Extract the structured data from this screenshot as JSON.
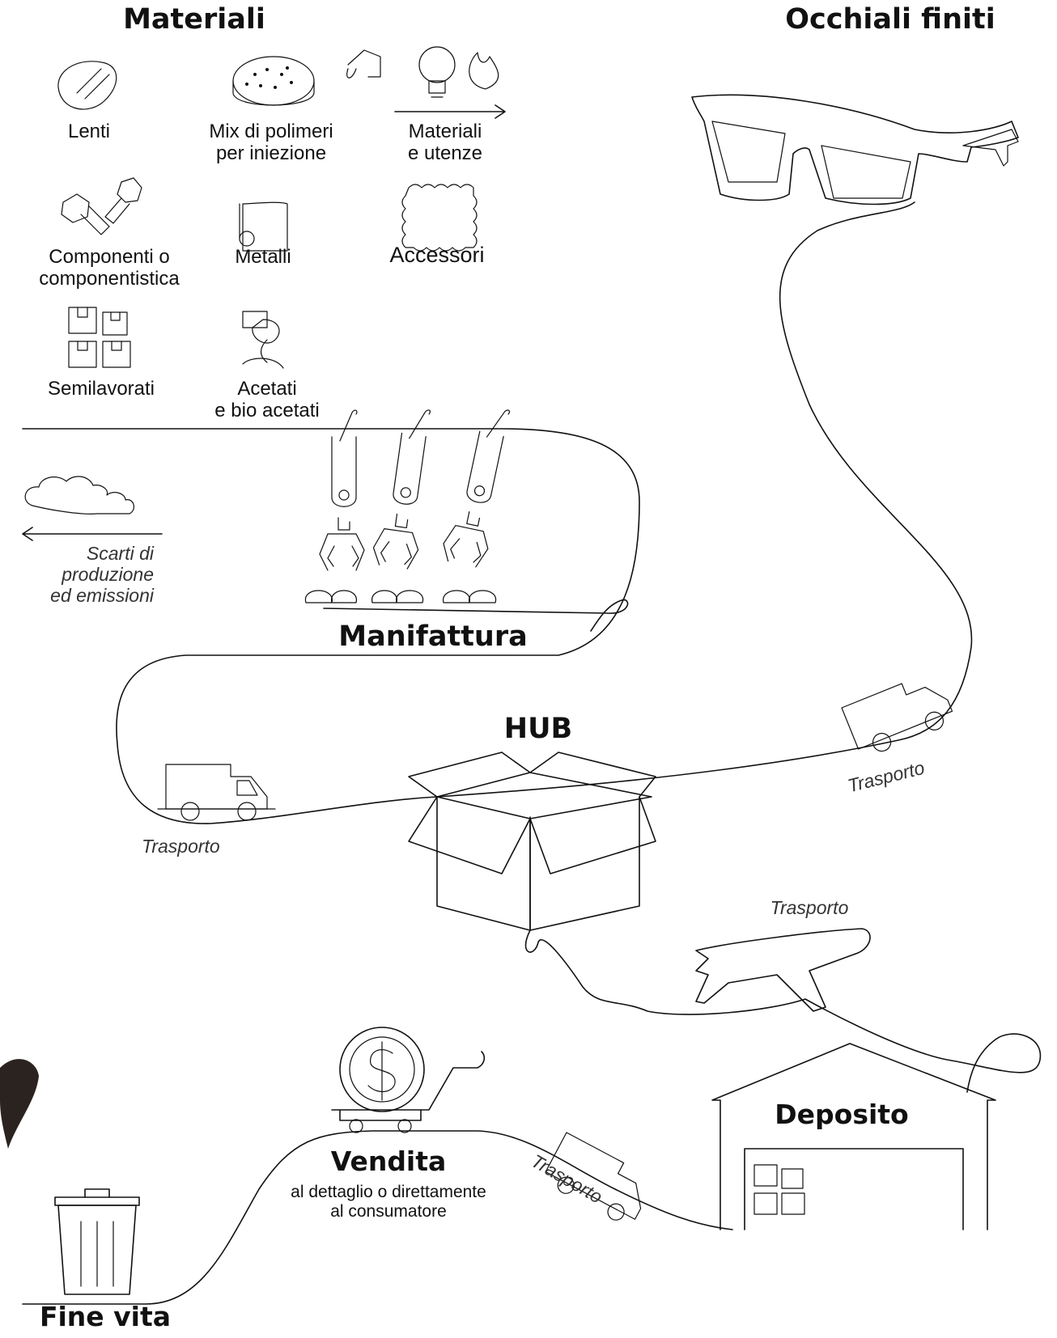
{
  "titles": {
    "materials": "Materiali",
    "finished": "Occhiali finiti",
    "manufacturing": "Manifattura",
    "hub": "HUB",
    "warehouse": "Deposito",
    "sale": "Vendita",
    "end_of_life": "Fine vita"
  },
  "materials": [
    {
      "icon": "lens-icon",
      "label": "Lenti"
    },
    {
      "icon": "polymer-mix-icon",
      "label": "Mix di polimeri\nper iniezione"
    },
    {
      "icon": "utilities-icon",
      "label": "Materiali\ne utenze"
    },
    {
      "icon": "screws-icon",
      "label": "Componenti o\ncomponentistica"
    },
    {
      "icon": "metal-sheet-icon",
      "label": "Metalli"
    },
    {
      "icon": "accessories-icon",
      "label": "Accessori"
    },
    {
      "icon": "boxes-icon",
      "label": "Semilavorati"
    },
    {
      "icon": "pouring-icon",
      "label": "Acetati\ne bio acetati"
    }
  ],
  "waste": "Scarti di\nproduzione\ned emissioni",
  "sale_subtitle": "al dettaglio o direttamente\nal consumatore",
  "transport": {
    "van_left": "Trasporto",
    "van_right": "Trasporto",
    "plane": "Trasporto",
    "van_bottom": "Trasporto"
  }
}
